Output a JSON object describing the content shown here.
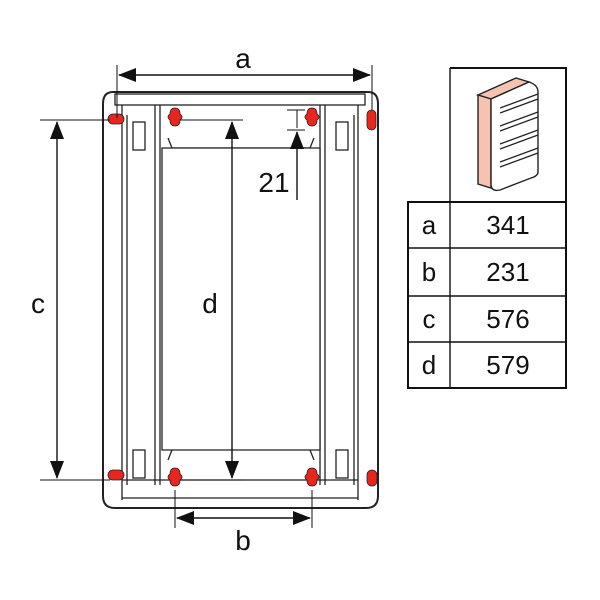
{
  "drawing": {
    "dimension_labels": {
      "a": "a",
      "b": "b",
      "c": "c",
      "d": "d",
      "offset": "21"
    },
    "accent_color": "#e8261e",
    "side_color": "#f6c3b1"
  },
  "table": {
    "rows": [
      {
        "key": "a",
        "value": "341"
      },
      {
        "key": "b",
        "value": "231"
      },
      {
        "key": "c",
        "value": "576"
      },
      {
        "key": "d",
        "value": "579"
      }
    ]
  }
}
